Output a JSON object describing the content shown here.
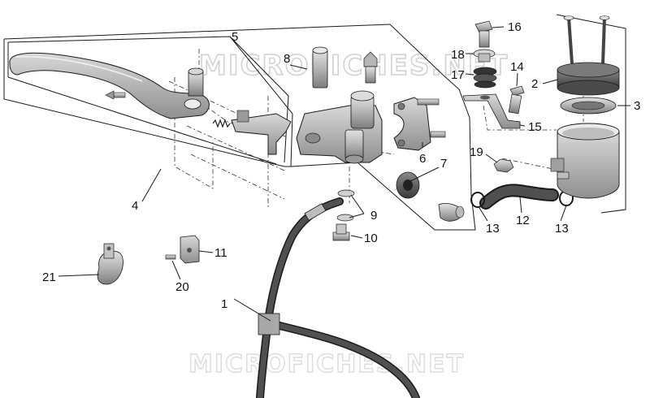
{
  "watermarks": {
    "top": "MICROFICHES.NET",
    "bottom": "MICROFICHES.NET"
  },
  "callouts": [
    "1",
    "2",
    "3",
    "4",
    "5",
    "6",
    "7",
    "8",
    "9",
    "10",
    "11",
    "12",
    "13",
    "13",
    "14",
    "15",
    "16",
    "17",
    "18",
    "19",
    "20",
    "21"
  ],
  "colors": {
    "part_fill": "#b9b9b9",
    "part_dark": "#6e6e6e",
    "outline": "#1a1a1a",
    "hose": "#3d3d3d"
  }
}
